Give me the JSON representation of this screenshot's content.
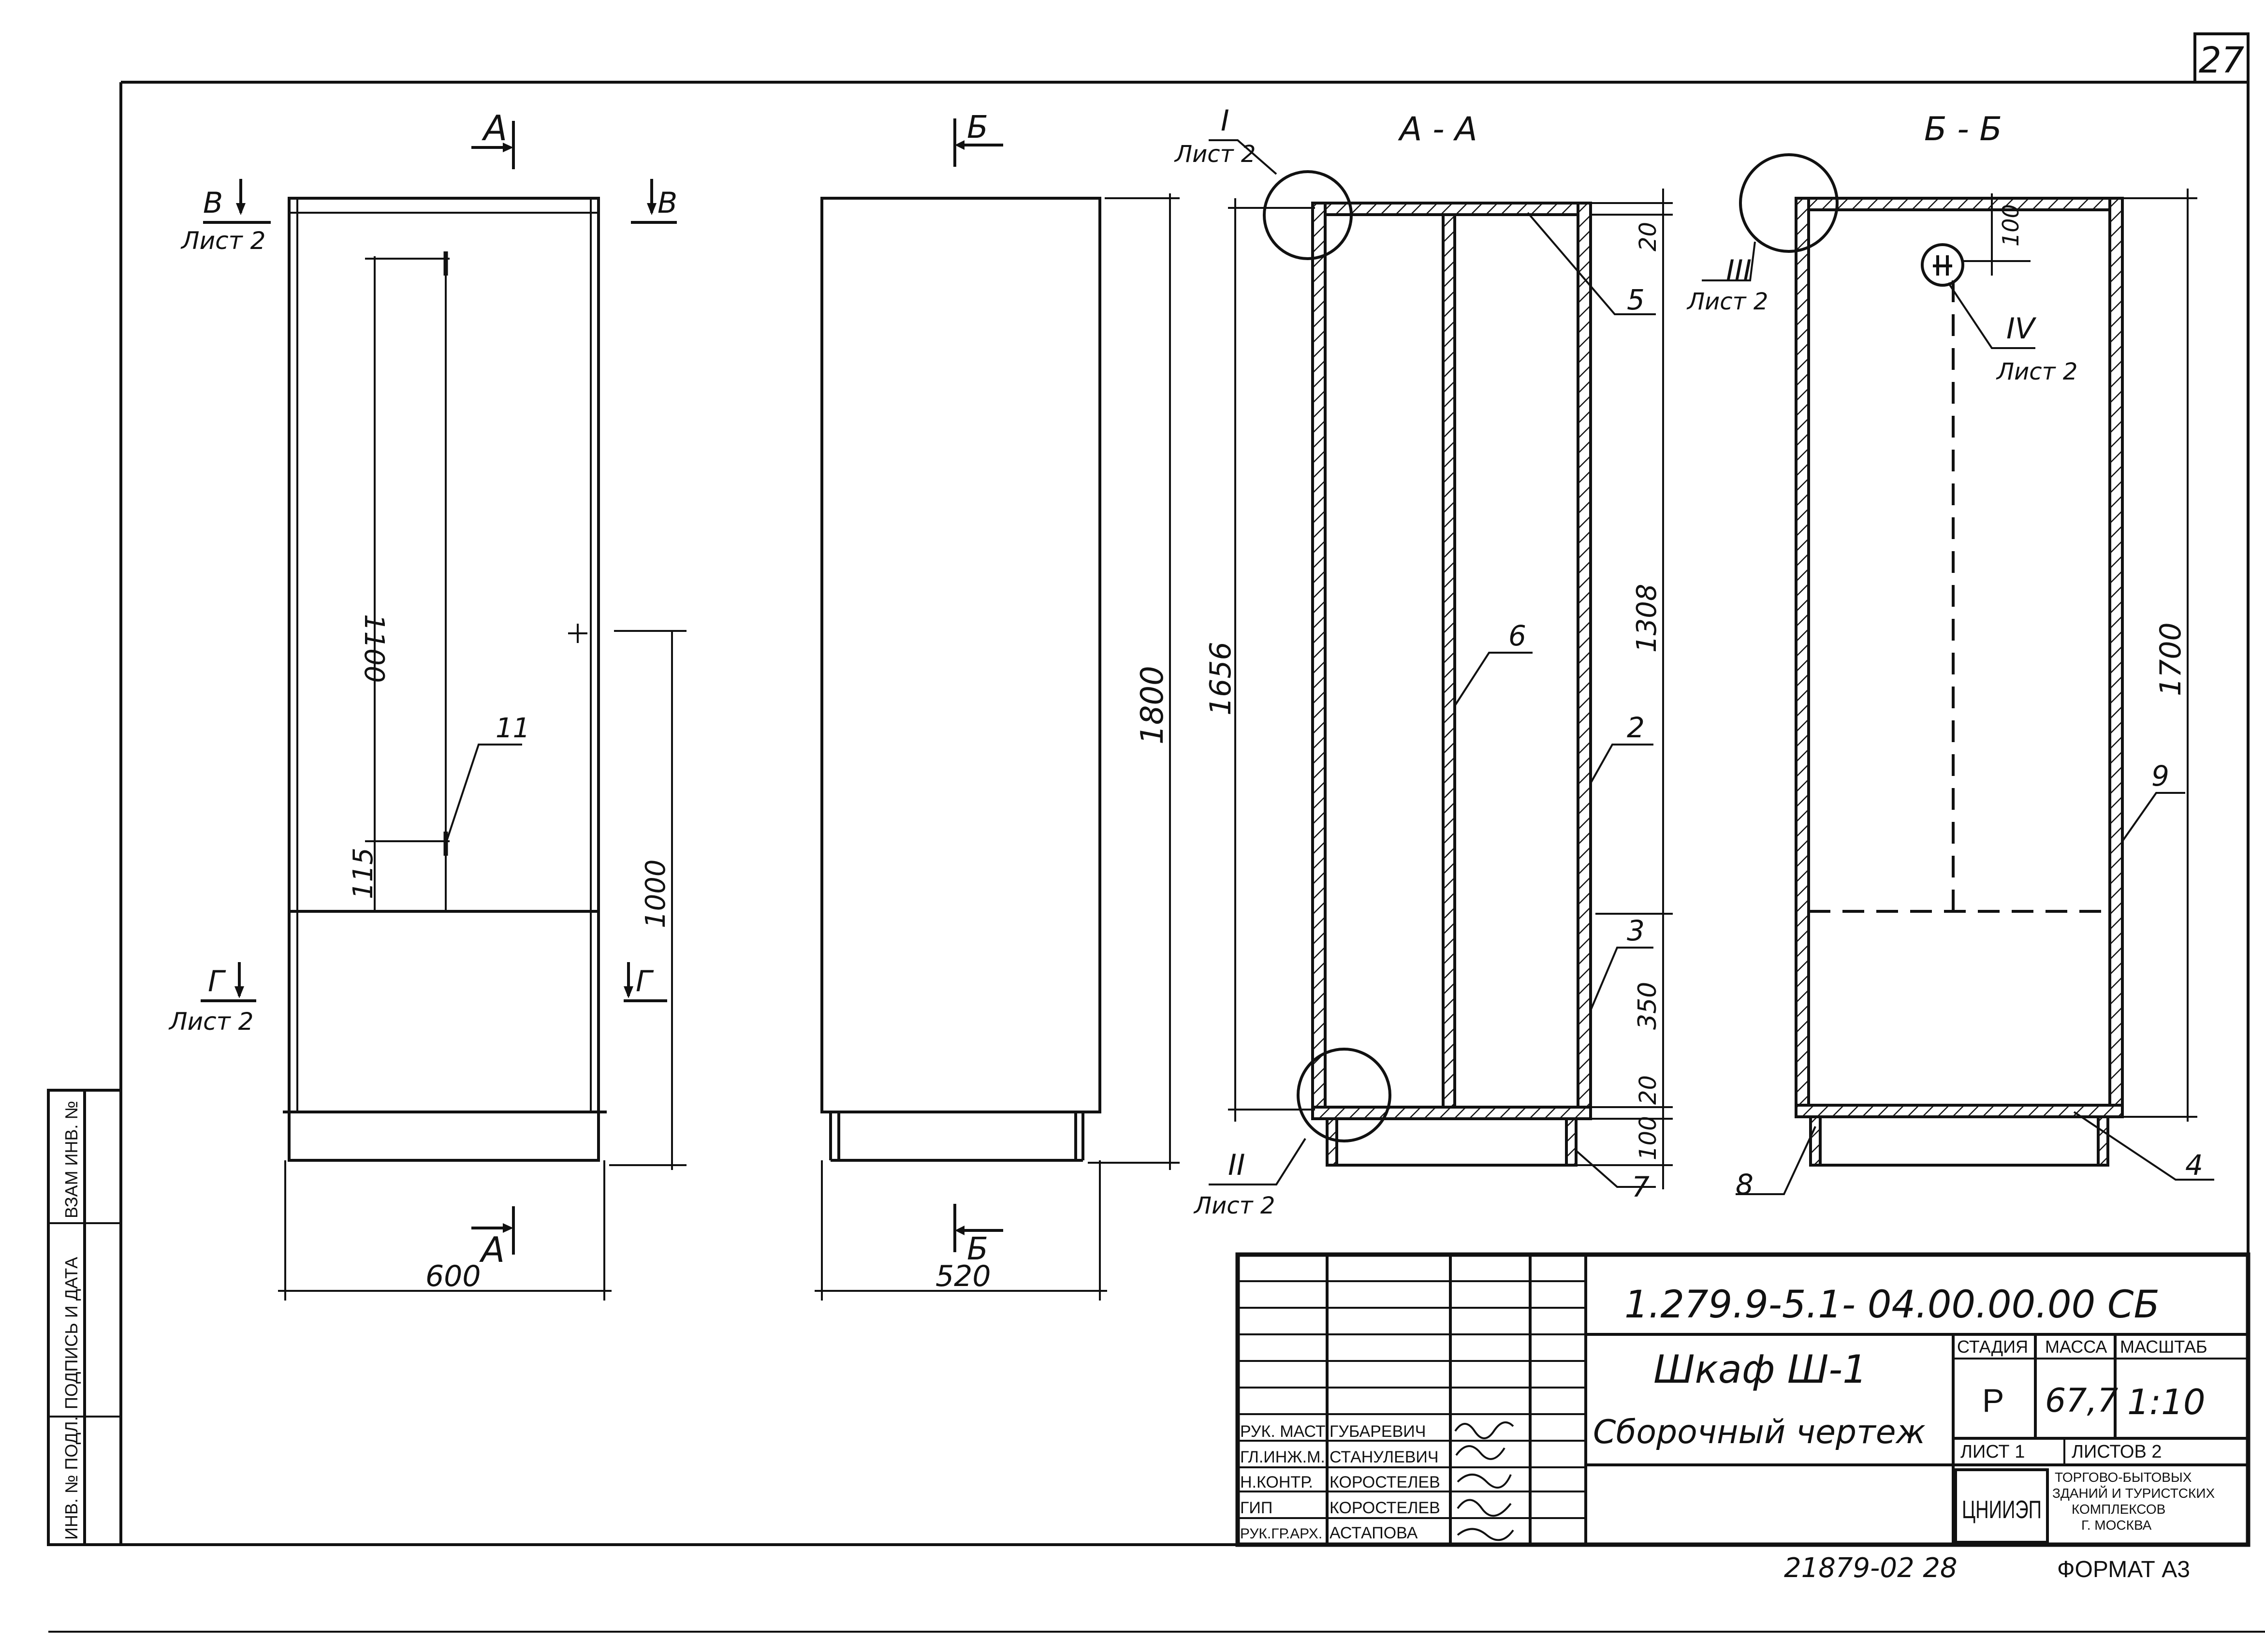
{
  "sheet": {
    "page_number": "27",
    "doc_code": "1.279.9-5.1- 04.00.00.00 СБ",
    "inventory_number": "21879-02  28",
    "format": "ФОРМАТ А3"
  },
  "title_block": {
    "title_line1": "Шкаф Ш-1",
    "title_line2": "Сборочный чертеж",
    "stage_header": "СТАДИЯ",
    "mass_header": "МАССА",
    "scale_header": "МАСШТАБ",
    "stage": "Р",
    "mass": "67,7",
    "scale": "1:10",
    "sheet_label": "ЛИСТ 1",
    "sheets_label": "ЛИСТОВ 2",
    "org_logo": "ЦНИИЭП",
    "org_line1": "ТОРГОВО-БЫТОВЫХ",
    "org_line2": "ЗДАНИЙ И ТУРИСТСКИХ",
    "org_line3": "КОМПЛЕКСОВ",
    "org_line4": "Г. МОСКВА",
    "roles": [
      {
        "role": "РУК. МАСТ",
        "name": "ГУБАРЕВИЧ"
      },
      {
        "role": "ГЛ.ИНЖ.М.",
        "name": "СТАНУЛЕВИЧ"
      },
      {
        "role": "Н.КОНТР.",
        "name": "КОРОСТЕЛЕВ"
      },
      {
        "role": "ГИП",
        "name": "КОРОСТЕЛЕВ"
      },
      {
        "role": "РУК.ГР.АРХ.",
        "name": "АСТАПОВА"
      }
    ]
  },
  "side_stamp": {
    "inv_orig": "ИНВ. № ПОДЛ.",
    "sign_date": "ПОДПИСЬ И ДАТА",
    "inv_repl": "ВЗАМ ИНВ. №"
  },
  "views": {
    "front": {
      "section_a": "А",
      "section_v": "В",
      "section_g": "Г",
      "sheet_ref": "Лист 2",
      "dim_width": "600",
      "dim_1100": "1100",
      "dim_115": "115",
      "dim_1000": "1000",
      "pos_11": "11"
    },
    "side": {
      "section_b": "Б",
      "dim_width": "520",
      "dim_height": "1800"
    },
    "section_aa": {
      "title": "А - А",
      "callout_1": "I",
      "callout_2": "II",
      "sheet_ref": "Лист 2",
      "dim_1656": "1656",
      "dim_20_top": "20",
      "dim_1308": "1308",
      "dim_350": "350",
      "dim_20_bottom": "20",
      "dim_100": "100",
      "pos_5": "5",
      "pos_6": "6",
      "pos_2": "2",
      "pos_3": "3",
      "pos_7": "7"
    },
    "section_bb": {
      "title": "Б - Б",
      "callout_3": "III",
      "callout_4": "IV",
      "sheet_ref": "Лист 2",
      "dim_100": "100",
      "dim_1700": "1700",
      "pos_9": "9",
      "pos_8": "8",
      "pos_4": "4"
    }
  }
}
